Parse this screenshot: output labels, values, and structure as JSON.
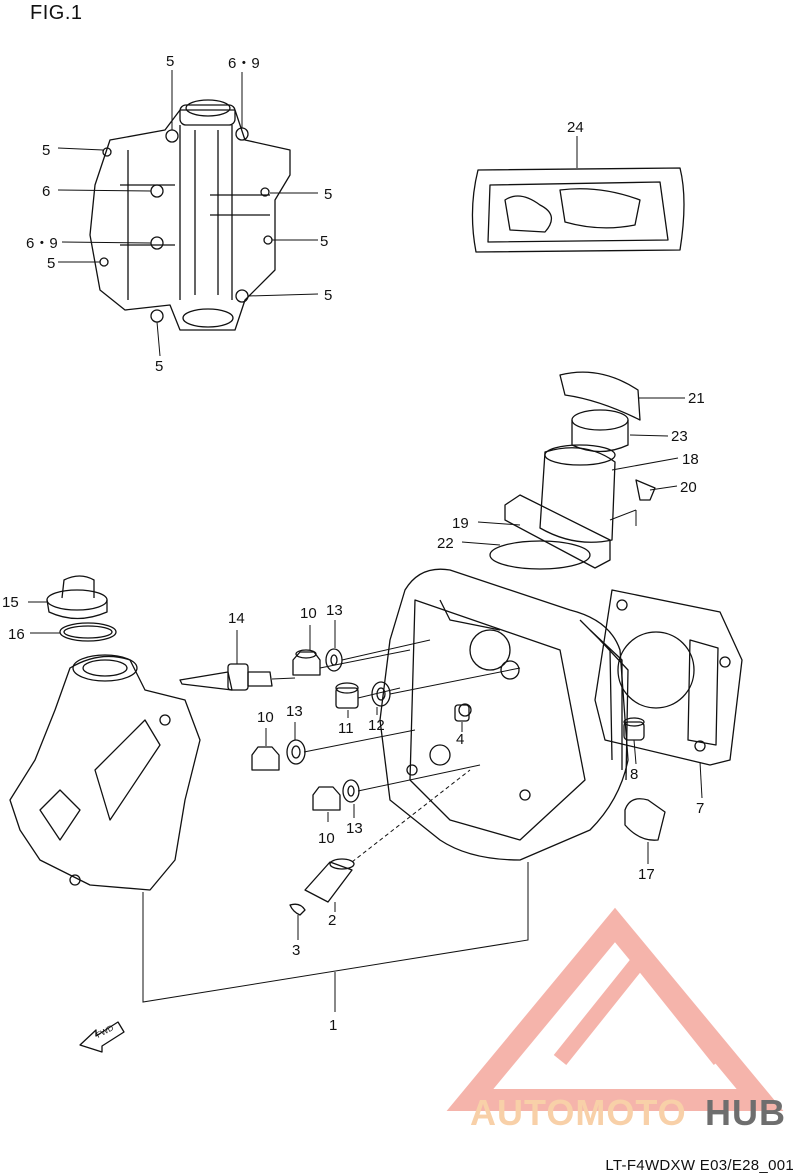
{
  "figure": {
    "title": "FIG.1",
    "drawing_code": "LT-F4WDXW E03/E28_001"
  },
  "callouts": {
    "c1": "1",
    "c2": "2",
    "c3": "3",
    "c4": "4",
    "c5a": "5",
    "c5b": "5",
    "c5c": "5",
    "c5d": "5",
    "c5e": "5",
    "c5f": "5",
    "c5g": "5",
    "c6": "6",
    "c69a": "6・9",
    "c69b": "6・9",
    "c7": "7",
    "c8": "8",
    "c10a": "10",
    "c10b": "10",
    "c10c": "10",
    "c11": "11",
    "c12": "12",
    "c13a": "13",
    "c13b": "13",
    "c13c": "13",
    "c14": "14",
    "c15": "15",
    "c16": "16",
    "c17": "17",
    "c18": "18",
    "c19": "19",
    "c20": "20",
    "c21": "21",
    "c22": "22",
    "c23": "23",
    "c24": "24"
  },
  "fwd_arrow": "FWD",
  "watermark": {
    "part1": "AUTOMOTO",
    "part2": "HUB",
    "color_primary": "#f4a79d",
    "color_secondary": "#f7c89a",
    "color_dark": "#444444"
  }
}
